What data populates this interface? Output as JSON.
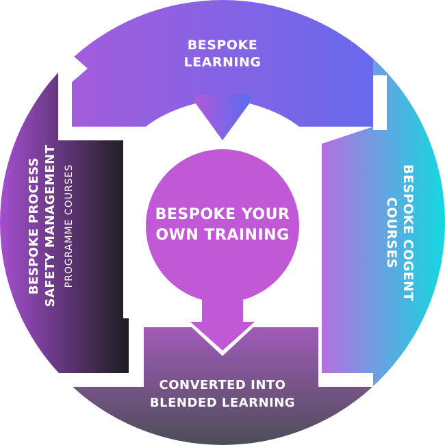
{
  "diagram": {
    "center": {
      "line1": "BESPOKE YOUR",
      "line2": "OWN TRAINING"
    },
    "top": {
      "line1": "BESPOKE",
      "line2": "LEARNING"
    },
    "right": {
      "line1": "BESPOKE COGENT",
      "line2": "COURSES"
    },
    "bottom": {
      "line1": "CONVERTED INTO",
      "line2": "BLENDED LEARNING"
    },
    "left": {
      "line1": "BESPOKE PROCESS",
      "line2": "SAFETY MANAGEMENT",
      "line3": "PROGRAMME COURSES"
    }
  },
  "colors": {
    "top_start": "#b05ad8",
    "top_end": "#5a6cf0",
    "right_start": "#b56fe0",
    "right_end": "#12d9e0",
    "bottom_start": "#a05bb8",
    "bottom_end": "#4d4d58",
    "left_start": "#a44fcf",
    "left_end": "#1c1c1f",
    "center": "#c158d6"
  }
}
